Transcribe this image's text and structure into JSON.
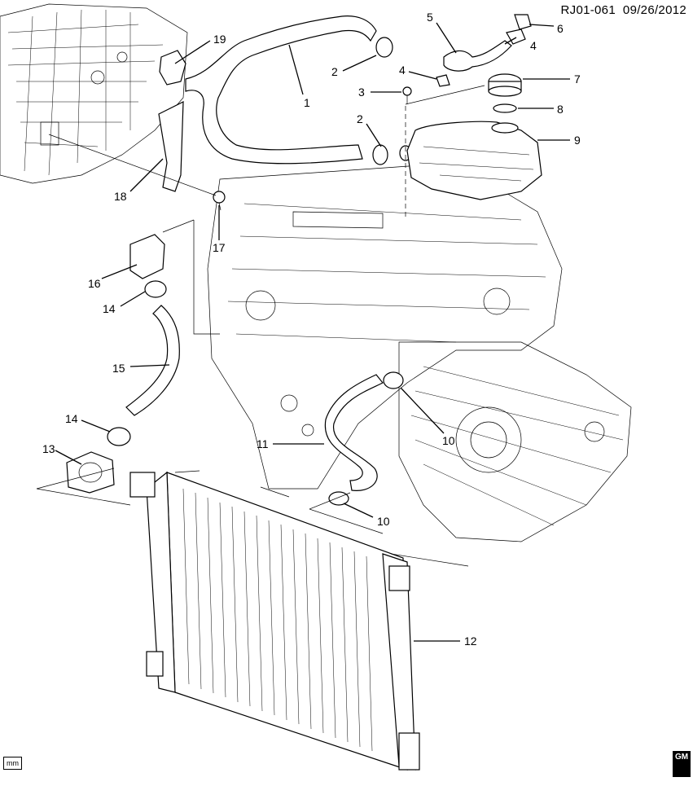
{
  "header": {
    "diagram_code": "RJ01-061",
    "date": "09/26/2012"
  },
  "callouts": [
    "1",
    "2",
    "3",
    "4",
    "5",
    "6",
    "7",
    "8",
    "9",
    "10",
    "11",
    "12",
    "13",
    "14",
    "15",
    "16",
    "17",
    "18",
    "19"
  ],
  "labels": {
    "c1": "1",
    "c2a": "2",
    "c2b": "2",
    "c3": "3",
    "c4a": "4",
    "c4b": "4",
    "c5": "5",
    "c6": "6",
    "c7": "7",
    "c8": "8",
    "c9": "9",
    "c10a": "10",
    "c10b": "10",
    "c11": "11",
    "c12": "12",
    "c13": "13",
    "c14a": "14",
    "c14b": "14",
    "c15": "15",
    "c16": "16",
    "c17": "17",
    "c18": "18",
    "c19": "19"
  },
  "footer": {
    "unit_badge": "mm",
    "brand_badge": "GM"
  }
}
